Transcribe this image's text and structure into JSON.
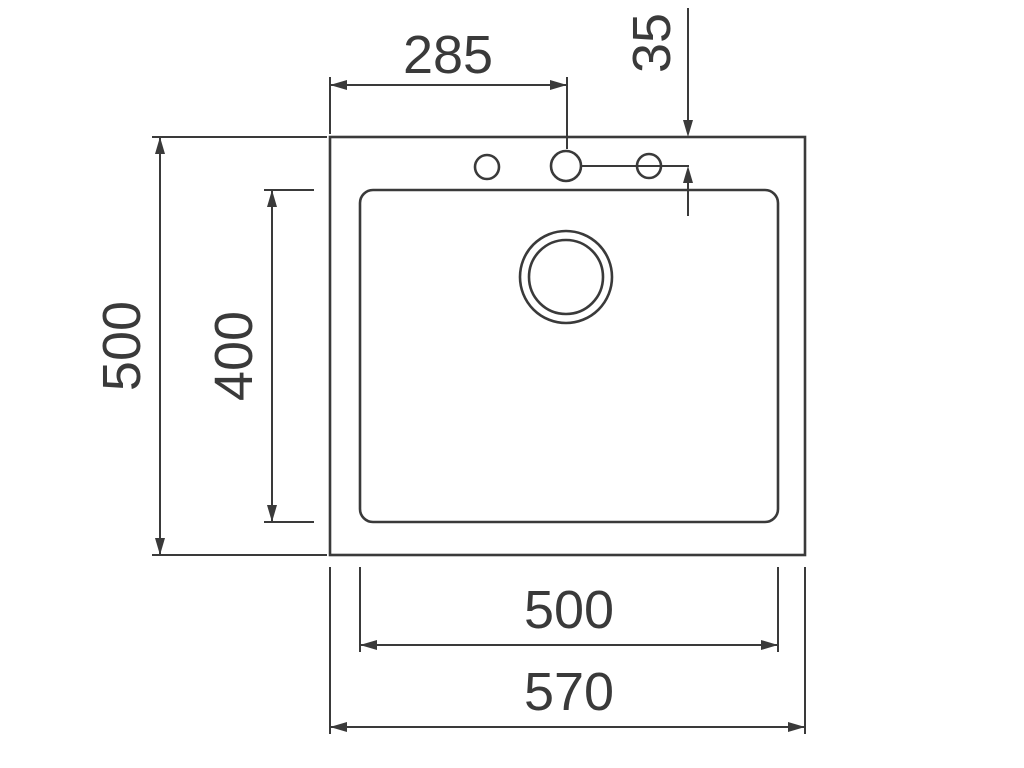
{
  "diagram": {
    "type": "technical-drawing",
    "subject": "sink-top-view-dimensioned-drawing",
    "dimensions": {
      "top_center_width": "285",
      "tap_hole_offset": "35",
      "outer_height": "500",
      "bowl_height": "400",
      "bowl_width": "500",
      "outer_width": "570"
    },
    "colors": {
      "line": "#3a3a3a",
      "background": "#ffffff"
    }
  }
}
